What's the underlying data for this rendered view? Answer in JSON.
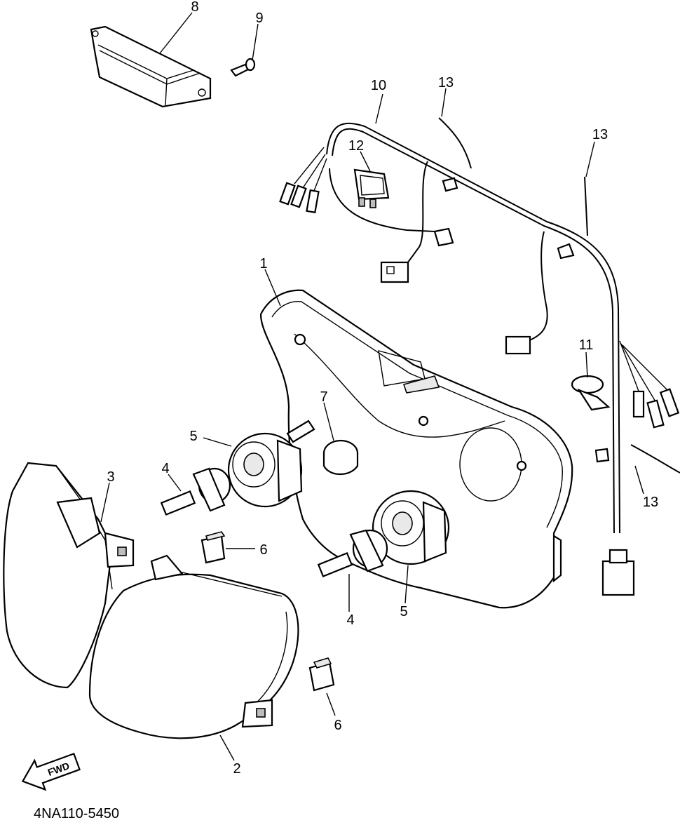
{
  "diagram": {
    "drawing_code": "4NA110-5450",
    "direction_arrow_label": "FWD",
    "callouts": [
      "1",
      "2",
      "3",
      "4",
      "5",
      "6",
      "7",
      "8",
      "9",
      "10",
      "11",
      "12",
      "13"
    ],
    "labels": {
      "c1": "1",
      "c2": "2",
      "c3": "3",
      "c4a": "4",
      "c4b": "4",
      "c5a": "5",
      "c5b": "5",
      "c6a": "6",
      "c6b": "6",
      "c7": "7",
      "c8": "8",
      "c9": "9",
      "c10": "10",
      "c11": "11",
      "c12": "12",
      "c13a": "13",
      "c13b": "13",
      "c13c": "13"
    }
  }
}
